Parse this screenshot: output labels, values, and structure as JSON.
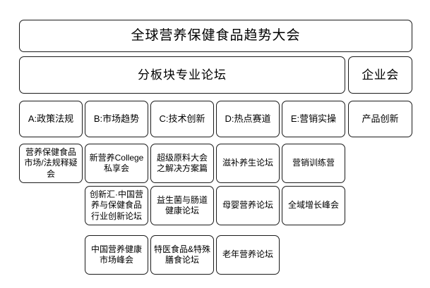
{
  "page": {
    "main_title": "全球营养保健食品趋势大会",
    "sub_banner": "分板块专业论坛",
    "side_banner": "企业会"
  },
  "tracks": [
    {
      "id": "track-a",
      "header": "A:政策法规",
      "sessions": [
        "营养保健食品市场/法规释疑会"
      ]
    },
    {
      "id": "track-b",
      "header": "B:市场趋势",
      "sessions": [
        "新营养College私享会",
        "创新汇·中国营养与保健食品行业创新论坛",
        "中国营养健康市场峰会"
      ]
    },
    {
      "id": "track-c",
      "header": "C:技术创新",
      "sessions": [
        "超级原料大会之解决方案篇",
        "益生菌与肠道健康论坛",
        "特医食品&特殊膳食论坛"
      ]
    },
    {
      "id": "track-d",
      "header": "D:热点赛道",
      "sessions": [
        "滋补养生论坛",
        "母婴营养论坛",
        "老年营养论坛"
      ]
    },
    {
      "id": "track-e",
      "header": "E:营销实操",
      "sessions": [
        "营销训练营",
        "全域增长峰会"
      ]
    },
    {
      "id": "track-f",
      "header": "产品创新",
      "sessions": []
    }
  ],
  "colors": {
    "border": "#1a1a1a",
    "background": "#ffffff",
    "text": "#000000"
  }
}
